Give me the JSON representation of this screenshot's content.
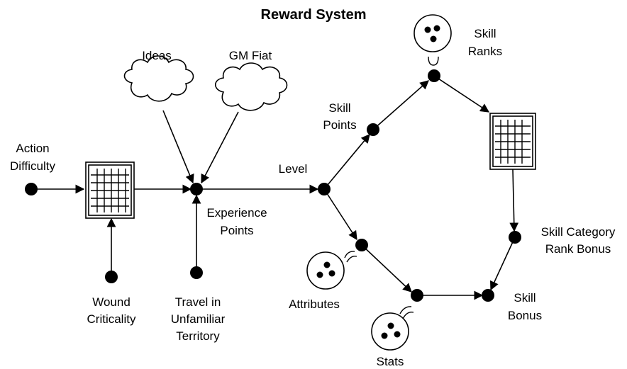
{
  "title": "Reward System",
  "labels": {
    "action_difficulty": [
      "Action",
      "Difficulty"
    ],
    "wound_criticality": [
      "Wound",
      "Criticality"
    ],
    "ideas": "Ideas",
    "gm_fiat": "GM Fiat",
    "experience_points": [
      "Experience",
      "Points"
    ],
    "travel": [
      "Travel in",
      "Unfamiliar",
      "Territory"
    ],
    "level": "Level",
    "skill_points": [
      "Skill",
      "Points"
    ],
    "skill_ranks": [
      "Skill",
      "Ranks"
    ],
    "skill_category_rank_bonus": [
      "Skill Category",
      "Rank Bonus"
    ],
    "attributes": "Attributes",
    "stats": "Stats",
    "skill_bonus": [
      "Skill",
      "Bonus"
    ]
  }
}
